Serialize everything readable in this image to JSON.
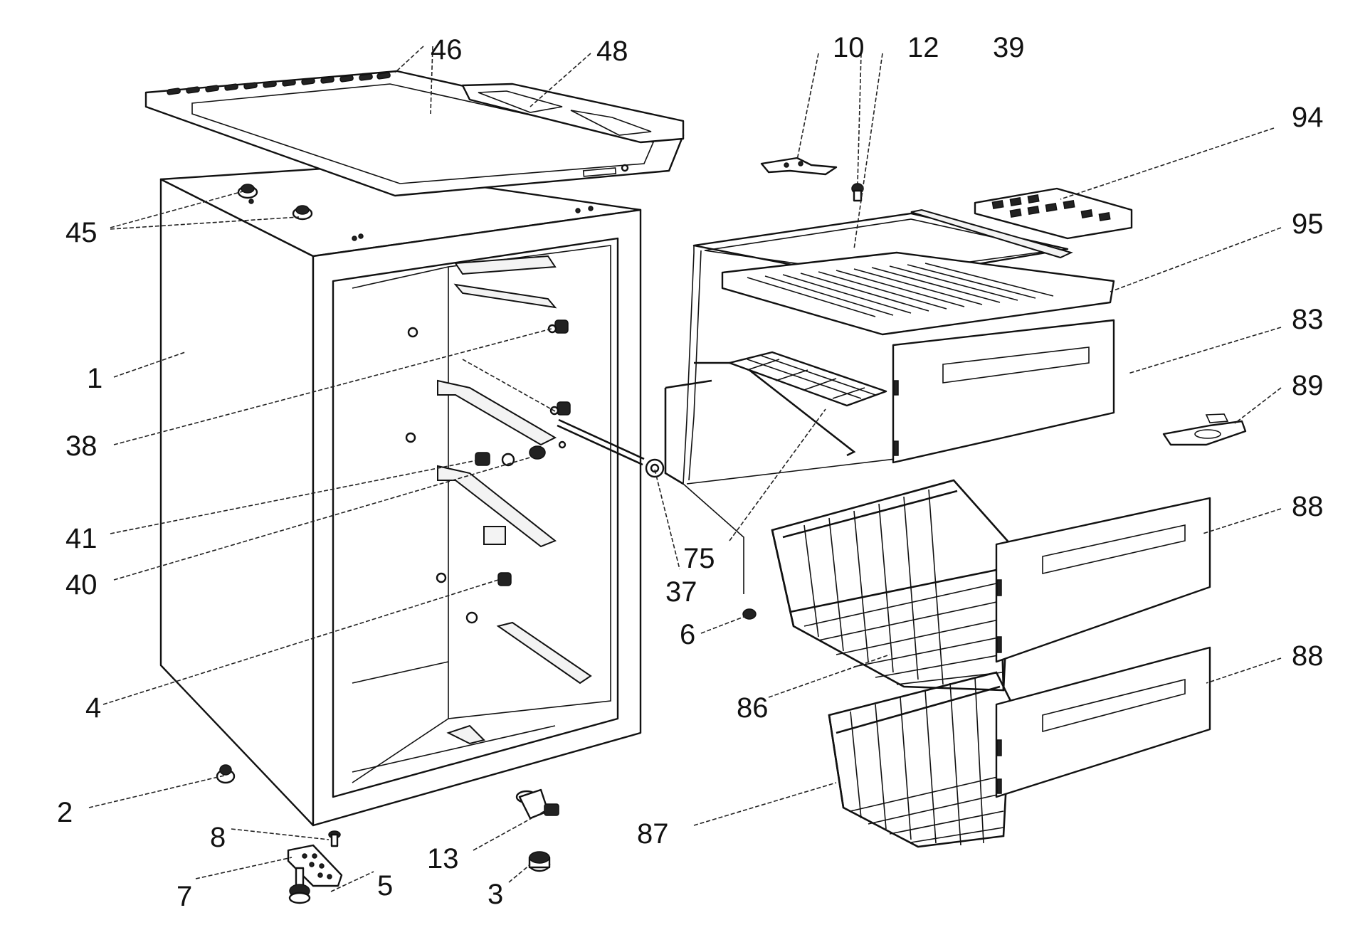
{
  "diagram": {
    "labels": {
      "p1": "1",
      "p2": "2",
      "p3": "3",
      "p4": "4",
      "p5": "5",
      "p6": "6",
      "p7": "7",
      "p8": "8",
      "p10": "10",
      "p12": "12",
      "p13": "13",
      "p37": "37",
      "p38": "38",
      "p39": "39",
      "p40": "40",
      "p41": "41",
      "p45": "45",
      "p46": "46",
      "p48": "48",
      "p75": "75",
      "p83": "83",
      "p86": "86",
      "p87": "87",
      "p88a": "88",
      "p88b": "88",
      "p89": "89",
      "p94": "94",
      "p95": "95"
    }
  }
}
